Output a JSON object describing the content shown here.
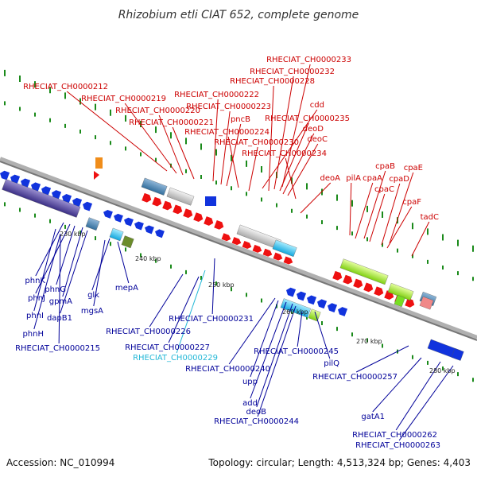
{
  "title": "Rhizobium etli CIAT 652, complete genome",
  "accession": "Accession: NC_010994",
  "summary": "Topology: circular; Length: 4,513,324 bp; Genes: 4,403",
  "colors": {
    "top_label": "#cc0000",
    "bottom_label": "#000099",
    "cyan_label": "#22b7d6"
  },
  "ticks": [
    "230 kbp",
    "240 kbp",
    "250 kbp",
    "260 kbp",
    "270 kbp",
    "280 kbp"
  ],
  "top_labels": [
    "RHECIAT_CH0000233",
    "RHECIAT_CH0000232",
    "RHECIAT_CH0000228",
    "RHECIAT_CH0000212",
    "RHECIAT_CH0000219",
    "RHECIAT_CH0000222",
    "RHECIAT_CH0000220",
    "RHECIAT_CH0000223",
    "cdd",
    "RHECIAT_CH0000235",
    "pncB",
    "RHECIAT_CH0000221",
    "deoD",
    "RHECIAT_CH0000224",
    "deoC",
    "RHECIAT_CH0000230",
    "RHECIAT_CH0000234",
    "cpaB",
    "cpaE",
    "deoA",
    "pilA",
    "cpaA",
    "cpaD",
    "cpaC",
    "cpaF",
    "tadC"
  ],
  "bottom_labels": [
    "phnK",
    "phnJ",
    "phnG",
    "gpmA",
    "glk",
    "mepA",
    "phnI",
    "dapB1",
    "mgsA",
    "phnH",
    "RHECIAT_CH0000215",
    "RHECIAT_CH0000231",
    "RHECIAT_CH0000226",
    "RHECIAT_CH0000227",
    "RHECIAT_CH0000229",
    "RHECIAT_CH0000245",
    "RHECIAT_CH0000240",
    "pilQ",
    "upp",
    "RHECIAT_CH0000257",
    "add",
    "deoB",
    "RHECIAT_CH0000244",
    "gatA1",
    "RHECIAT_CH0000262",
    "RHECIAT_CH0000263"
  ]
}
